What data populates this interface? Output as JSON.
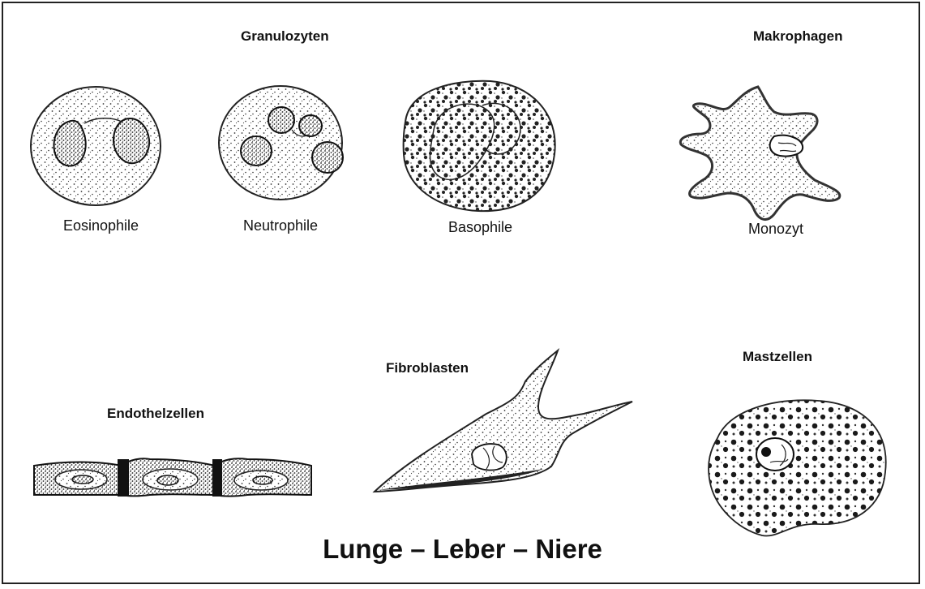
{
  "groups": {
    "granulozyten": "Granulozyten",
    "makrophagen": "Makrophagen",
    "endothelzellen": "Endothelzellen",
    "fibroblasten": "Fibroblasten",
    "mastzellen": "Mastzellen"
  },
  "cells": {
    "eosinophile": "Eosinophile",
    "neutrophile": "Neutrophile",
    "basophile": "Basophile",
    "monozyt": "Monozyt"
  },
  "footer": "Lunge – Leber – Niere"
}
